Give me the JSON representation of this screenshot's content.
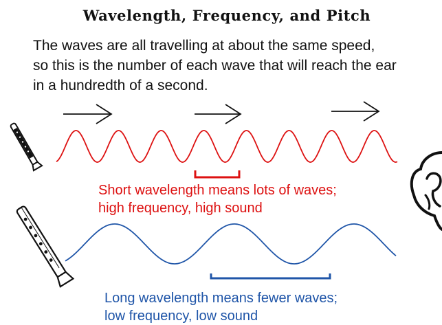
{
  "title": "Wavelength, Frequency, and Pitch",
  "intro_lines": [
    "The waves are all travelling at about the same speed,",
    "so this is the number of each wave that will reach the ear",
    "in a hundredth of a second."
  ],
  "high_wave": {
    "caption_lines": [
      "Short wavelength means lots of waves;",
      "high frequency, high sound"
    ],
    "color": "#dd1111",
    "cycles_shown": 8
  },
  "low_wave": {
    "caption_lines": [
      "Long wavelength means fewer waves;",
      "low frequency, low sound"
    ],
    "color": "#1f55a8",
    "cycles_shown": 3
  },
  "colors": {
    "text": "#111111",
    "arrow": "#111111",
    "instrument": "#111111"
  },
  "icons": [
    "direction-arrow-icon",
    "small-flute-icon",
    "large-recorder-icon",
    "ear-icon"
  ]
}
